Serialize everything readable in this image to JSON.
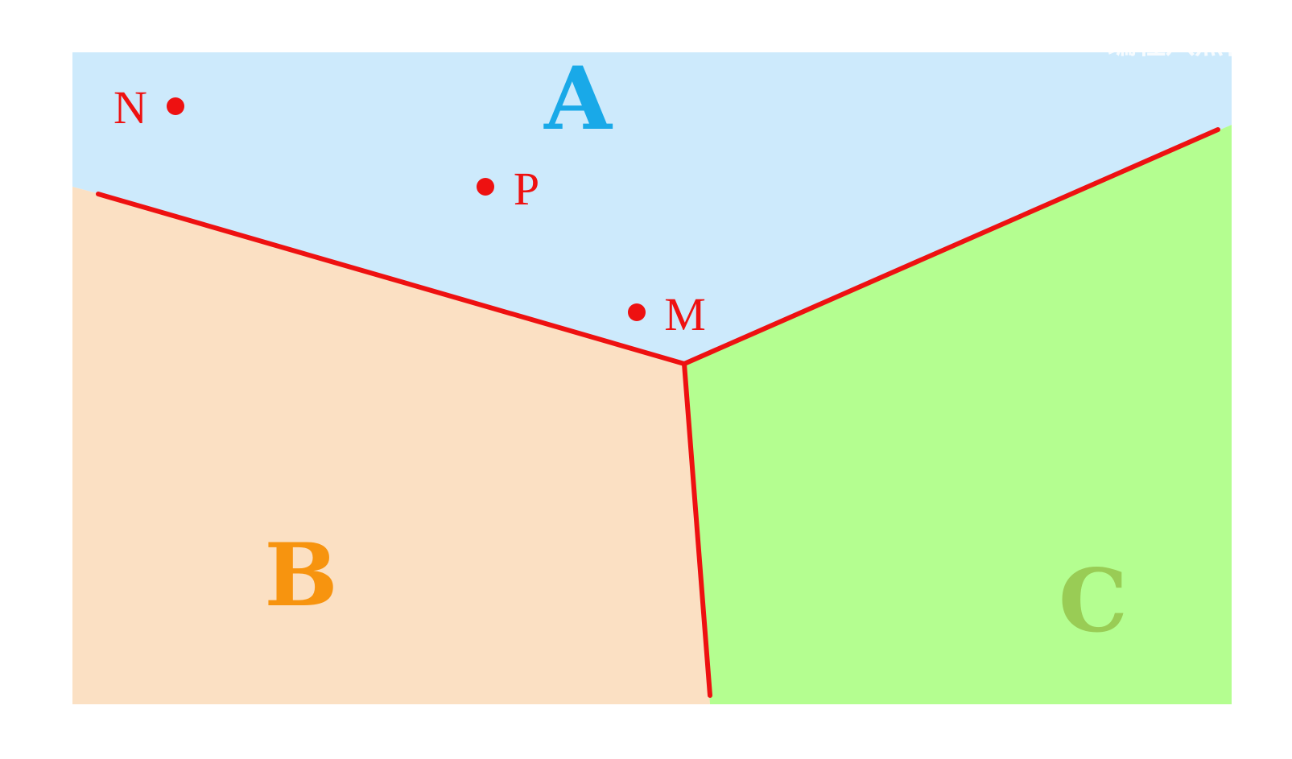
{
  "watermark": {
    "text": "编程八点档",
    "color": "#ffffff"
  },
  "regions": [
    {
      "id": "A",
      "label": "A",
      "fill": "#cdeafc",
      "label_color": "#19a9e8"
    },
    {
      "id": "B",
      "label": "B",
      "fill": "#fbe0c3",
      "label_color": "#f7940f"
    },
    {
      "id": "C",
      "label": "C",
      "fill": "#b4fe90",
      "label_color": "#99cc55"
    }
  ],
  "boundary": {
    "color": "#ee1111"
  },
  "points": [
    {
      "id": "N",
      "label": "N",
      "color": "#ee1111"
    },
    {
      "id": "P",
      "label": "P",
      "color": "#ee1111"
    },
    {
      "id": "M",
      "label": "M",
      "color": "#ee1111"
    }
  ]
}
